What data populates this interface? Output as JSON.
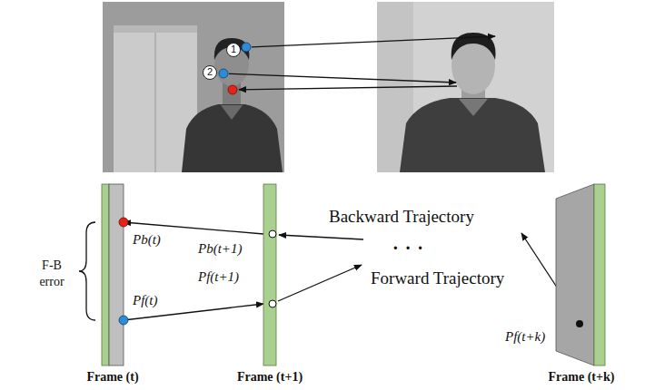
{
  "diagram": {
    "nodes": [
      {
        "text": [
          "Frame (t)"
        ]
      },
      {
        "text": [
          "Frame (t+1)"
        ]
      },
      {
        "text": [
          "Frame (t+k)"
        ]
      }
    ],
    "edges": [
      {
        "from": 0,
        "to": 1,
        "arrow": "to"
      },
      {
        "from": 1,
        "to": 0,
        "arrow": "to"
      }
    ],
    "labels": [
      "1",
      "2",
      "Pb(t)",
      "Pf(t)",
      "Pb(t+1)",
      "Pf(t+1)",
      "Pf(t+k)",
      "Backward Trajectory",
      "Forward Trajectory",
      "F-B error",
      "· · ·"
    ]
  }
}
